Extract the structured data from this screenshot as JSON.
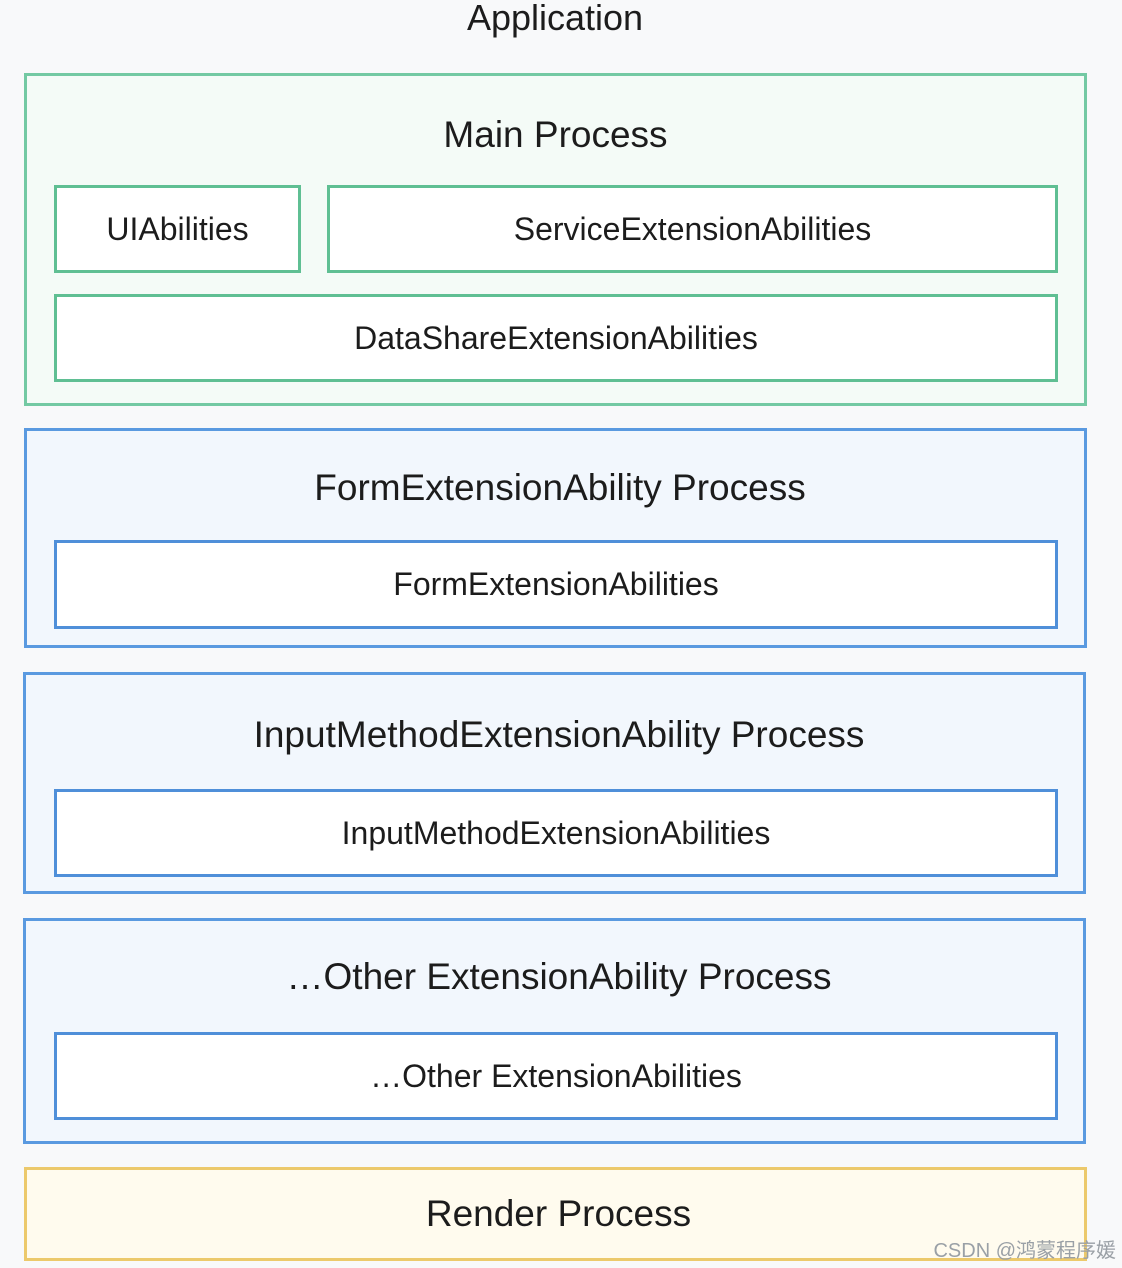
{
  "application_label": "Application",
  "main_process": {
    "title": "Main Process",
    "ui_abilities": "UIAbilities",
    "service_extension_abilities": "ServiceExtensionAbilities",
    "datashare_extension_abilities": "DataShareExtensionAbilities"
  },
  "form_process": {
    "title": "FormExtensionAbility Process",
    "abilities": "FormExtensionAbilities"
  },
  "input_method_process": {
    "title": "InputMethodExtensionAbility Process",
    "abilities": "InputMethodExtensionAbilities"
  },
  "other_process": {
    "title": "…Other ExtensionAbility Process",
    "abilities": "…Other ExtensionAbilities"
  },
  "render_process": {
    "title": "Render Process"
  },
  "watermark": "CSDN @鸿蒙程序媛",
  "colors": {
    "main_border": "#73c9a3",
    "extension_border": "#5a9ae0",
    "render_border": "#ecc96b"
  }
}
